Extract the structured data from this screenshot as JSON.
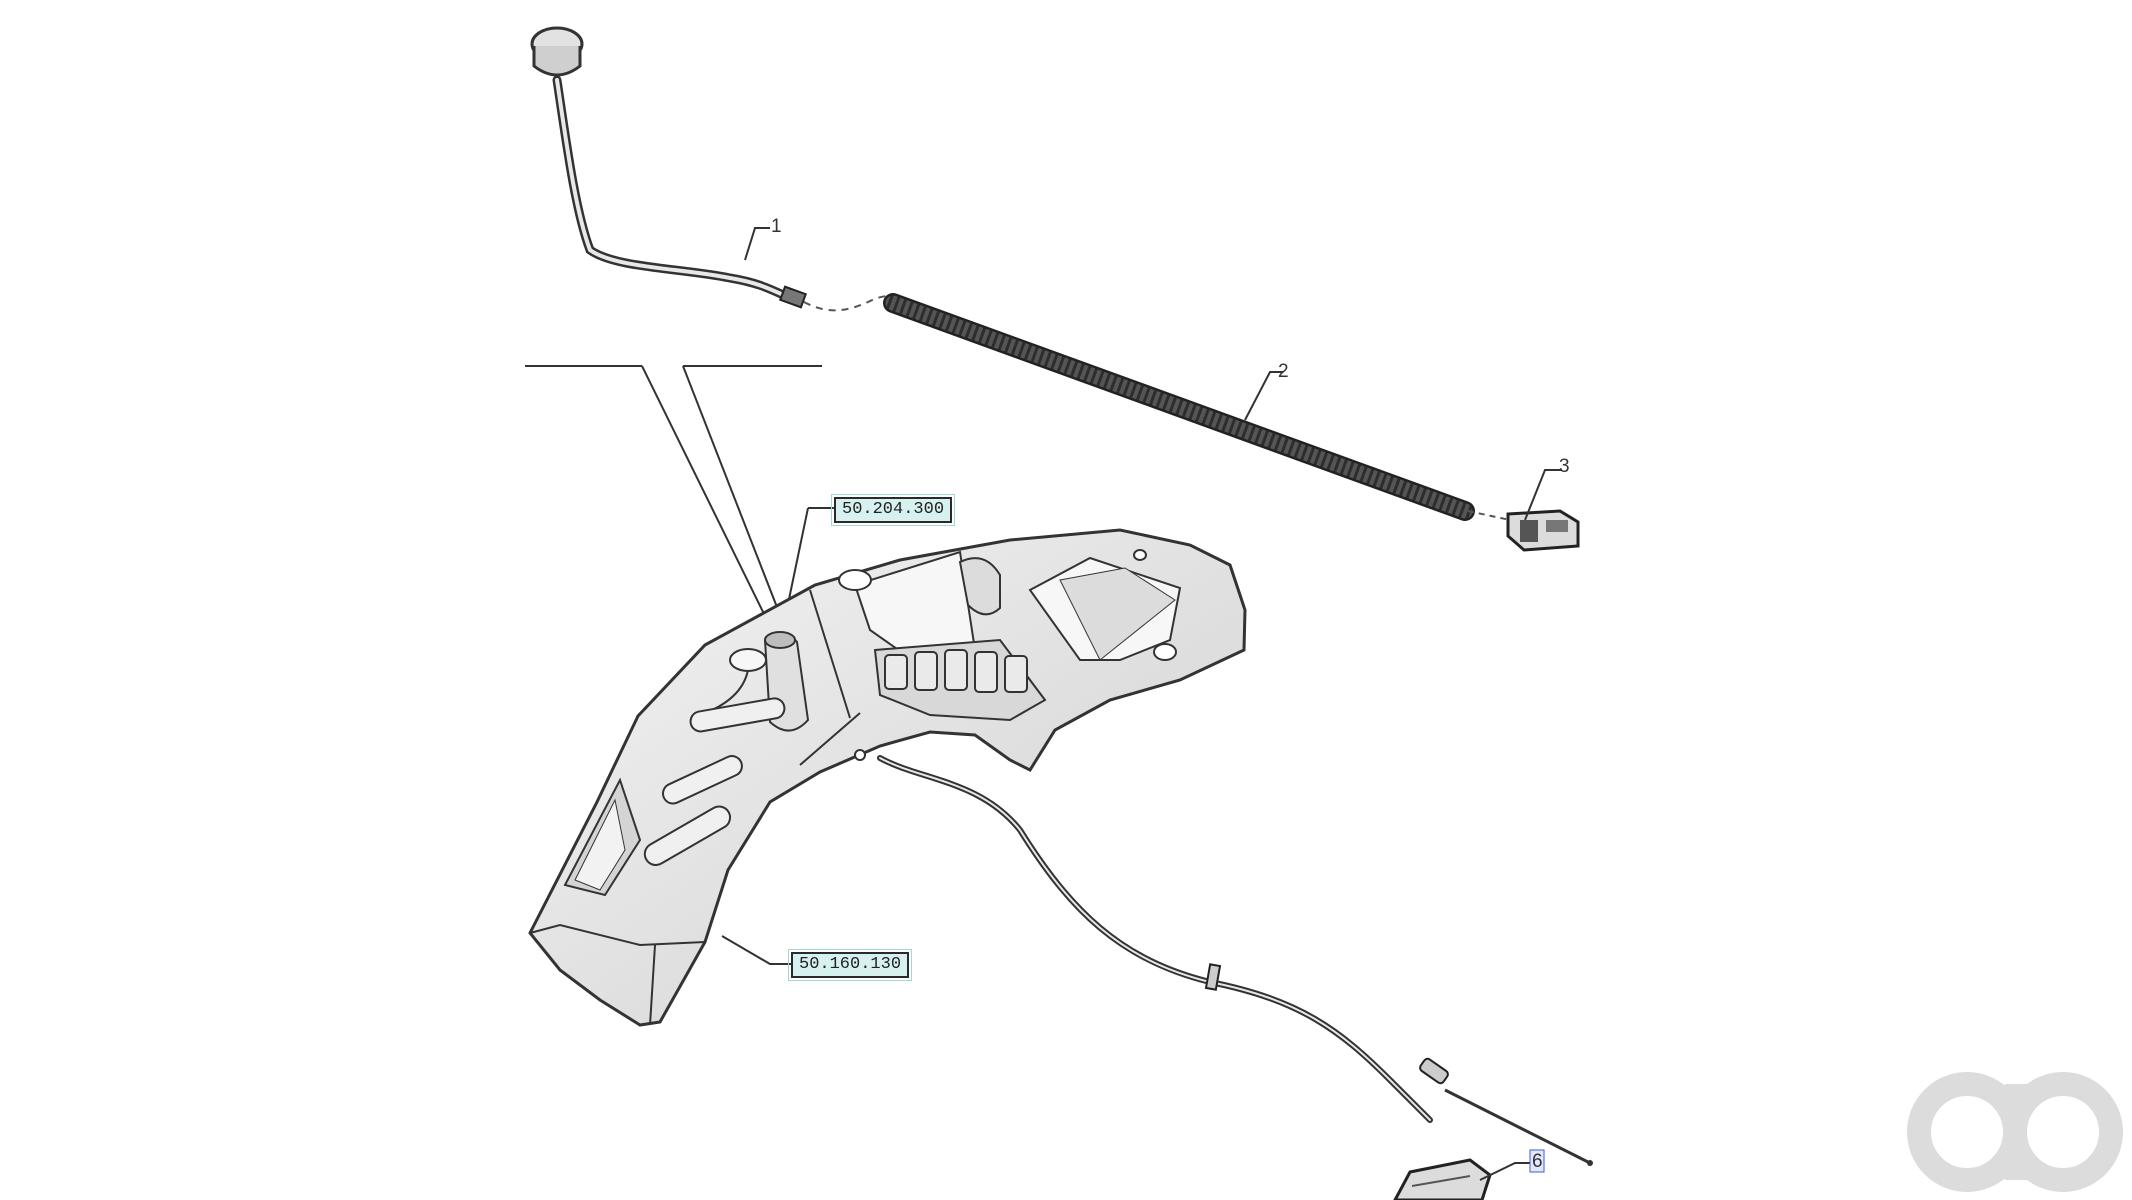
{
  "diagram": {
    "callouts": [
      {
        "id": "1",
        "label": "1"
      },
      {
        "id": "2",
        "label": "2"
      },
      {
        "id": "3",
        "label": "3"
      },
      {
        "id": "4",
        "label": "6"
      }
    ],
    "references": {
      "top": "50.204.300",
      "bottom": "50.160.130"
    }
  },
  "colors": {
    "line": "#3a3a3a",
    "part_fill": "#e9e9e9",
    "label_bg": "#d7f1f0",
    "callout_highlight": "#3b5bdb",
    "watermark": "#dcdcdc"
  },
  "icons": {
    "watermark": "brand-logo-watermark"
  }
}
